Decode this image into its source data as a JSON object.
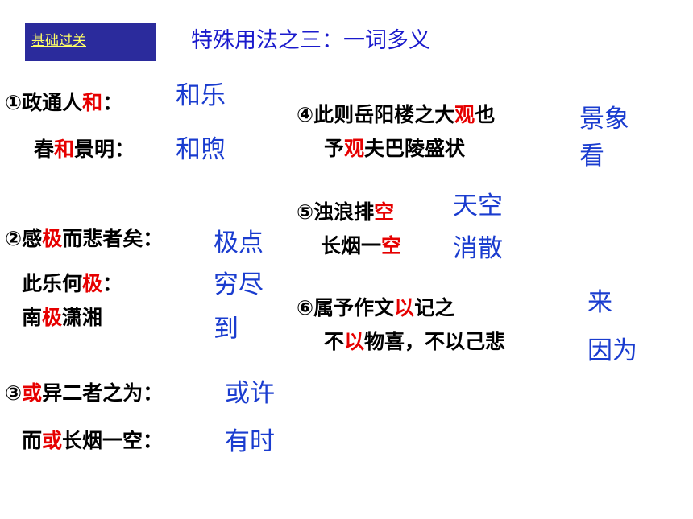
{
  "header": {
    "nav_label": "基础过关",
    "title": "特殊用法之三：一词多义"
  },
  "colors": {
    "nav_box": "#2b2b9c",
    "nav_text": "#ffff66",
    "title": "#1a1acc",
    "highlight": "#e60000",
    "answer": "#1a3ccf"
  },
  "items": {
    "s1a": {
      "pre": "①政通人",
      "hl": "和",
      "post": "："
    },
    "s1b": {
      "pre": "春",
      "hl": "和",
      "post": "景明："
    },
    "s2a": {
      "pre": "②感",
      "hl": "极",
      "post": "而悲者矣："
    },
    "s2b": {
      "pre": "此乐何",
      "hl": "极",
      "post": "："
    },
    "s2c": {
      "pre": "南",
      "hl": "极",
      "post": "潇湘"
    },
    "s3a": {
      "pre": "③",
      "hl": "或",
      "post": "异二者之为："
    },
    "s3b": {
      "pre": "而",
      "hl": "或",
      "post": "长烟一空："
    },
    "s4a": {
      "pre": "④此则岳阳楼之大",
      "hl": "观",
      "post": "也"
    },
    "s4b": {
      "pre": "予",
      "hl": "观",
      "post": "夫巴陵盛状"
    },
    "s5a": {
      "pre": "⑤浊浪排",
      "hl": "空",
      "post": ""
    },
    "s5b": {
      "pre": "长烟一",
      "hl": "空",
      "post": ""
    },
    "s6a": {
      "pre": "⑥属予作文",
      "hl": "以",
      "post": "记之"
    },
    "s6b": {
      "pre": "不",
      "hl": "以",
      "post": "物喜，不以己悲"
    }
  },
  "answers": {
    "a1a": "和乐",
    "a1b": "和煦",
    "a2a": "极点",
    "a2b": "穷尽",
    "a2c": "到",
    "a3a": "或许",
    "a3b": "有时",
    "a4a": "景象",
    "a4b": "看",
    "a5a": "天空",
    "a5b": "消散",
    "a6a": "来",
    "a6b": "因为"
  }
}
